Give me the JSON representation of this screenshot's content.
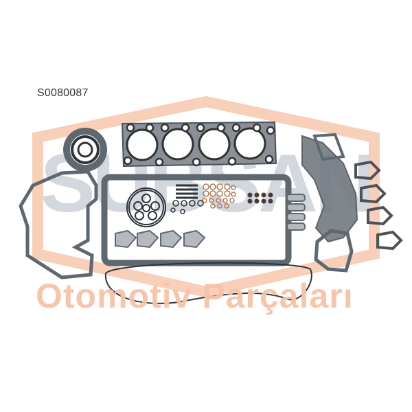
{
  "product": {
    "code": "S0080087",
    "description": "Engine full gasket set product photo"
  },
  "watermark": {
    "brand": "SUBSAN",
    "tagline": "Otomotiv Parçaları",
    "color": "#f6c3a8",
    "brand_fill": "#c9ced6"
  },
  "parts": {
    "gasket_color": "#5f676f",
    "copper_color": "#b07a5a",
    "items": [
      "cylinder-head-gasket",
      "oil-pan-gasket",
      "crankshaft-seal",
      "timing-cover-gasket",
      "front-cover-gasket",
      "valve-cover-gasket",
      "manifold-gaskets",
      "washers-and-seals",
      "water-pump-gasket"
    ]
  }
}
